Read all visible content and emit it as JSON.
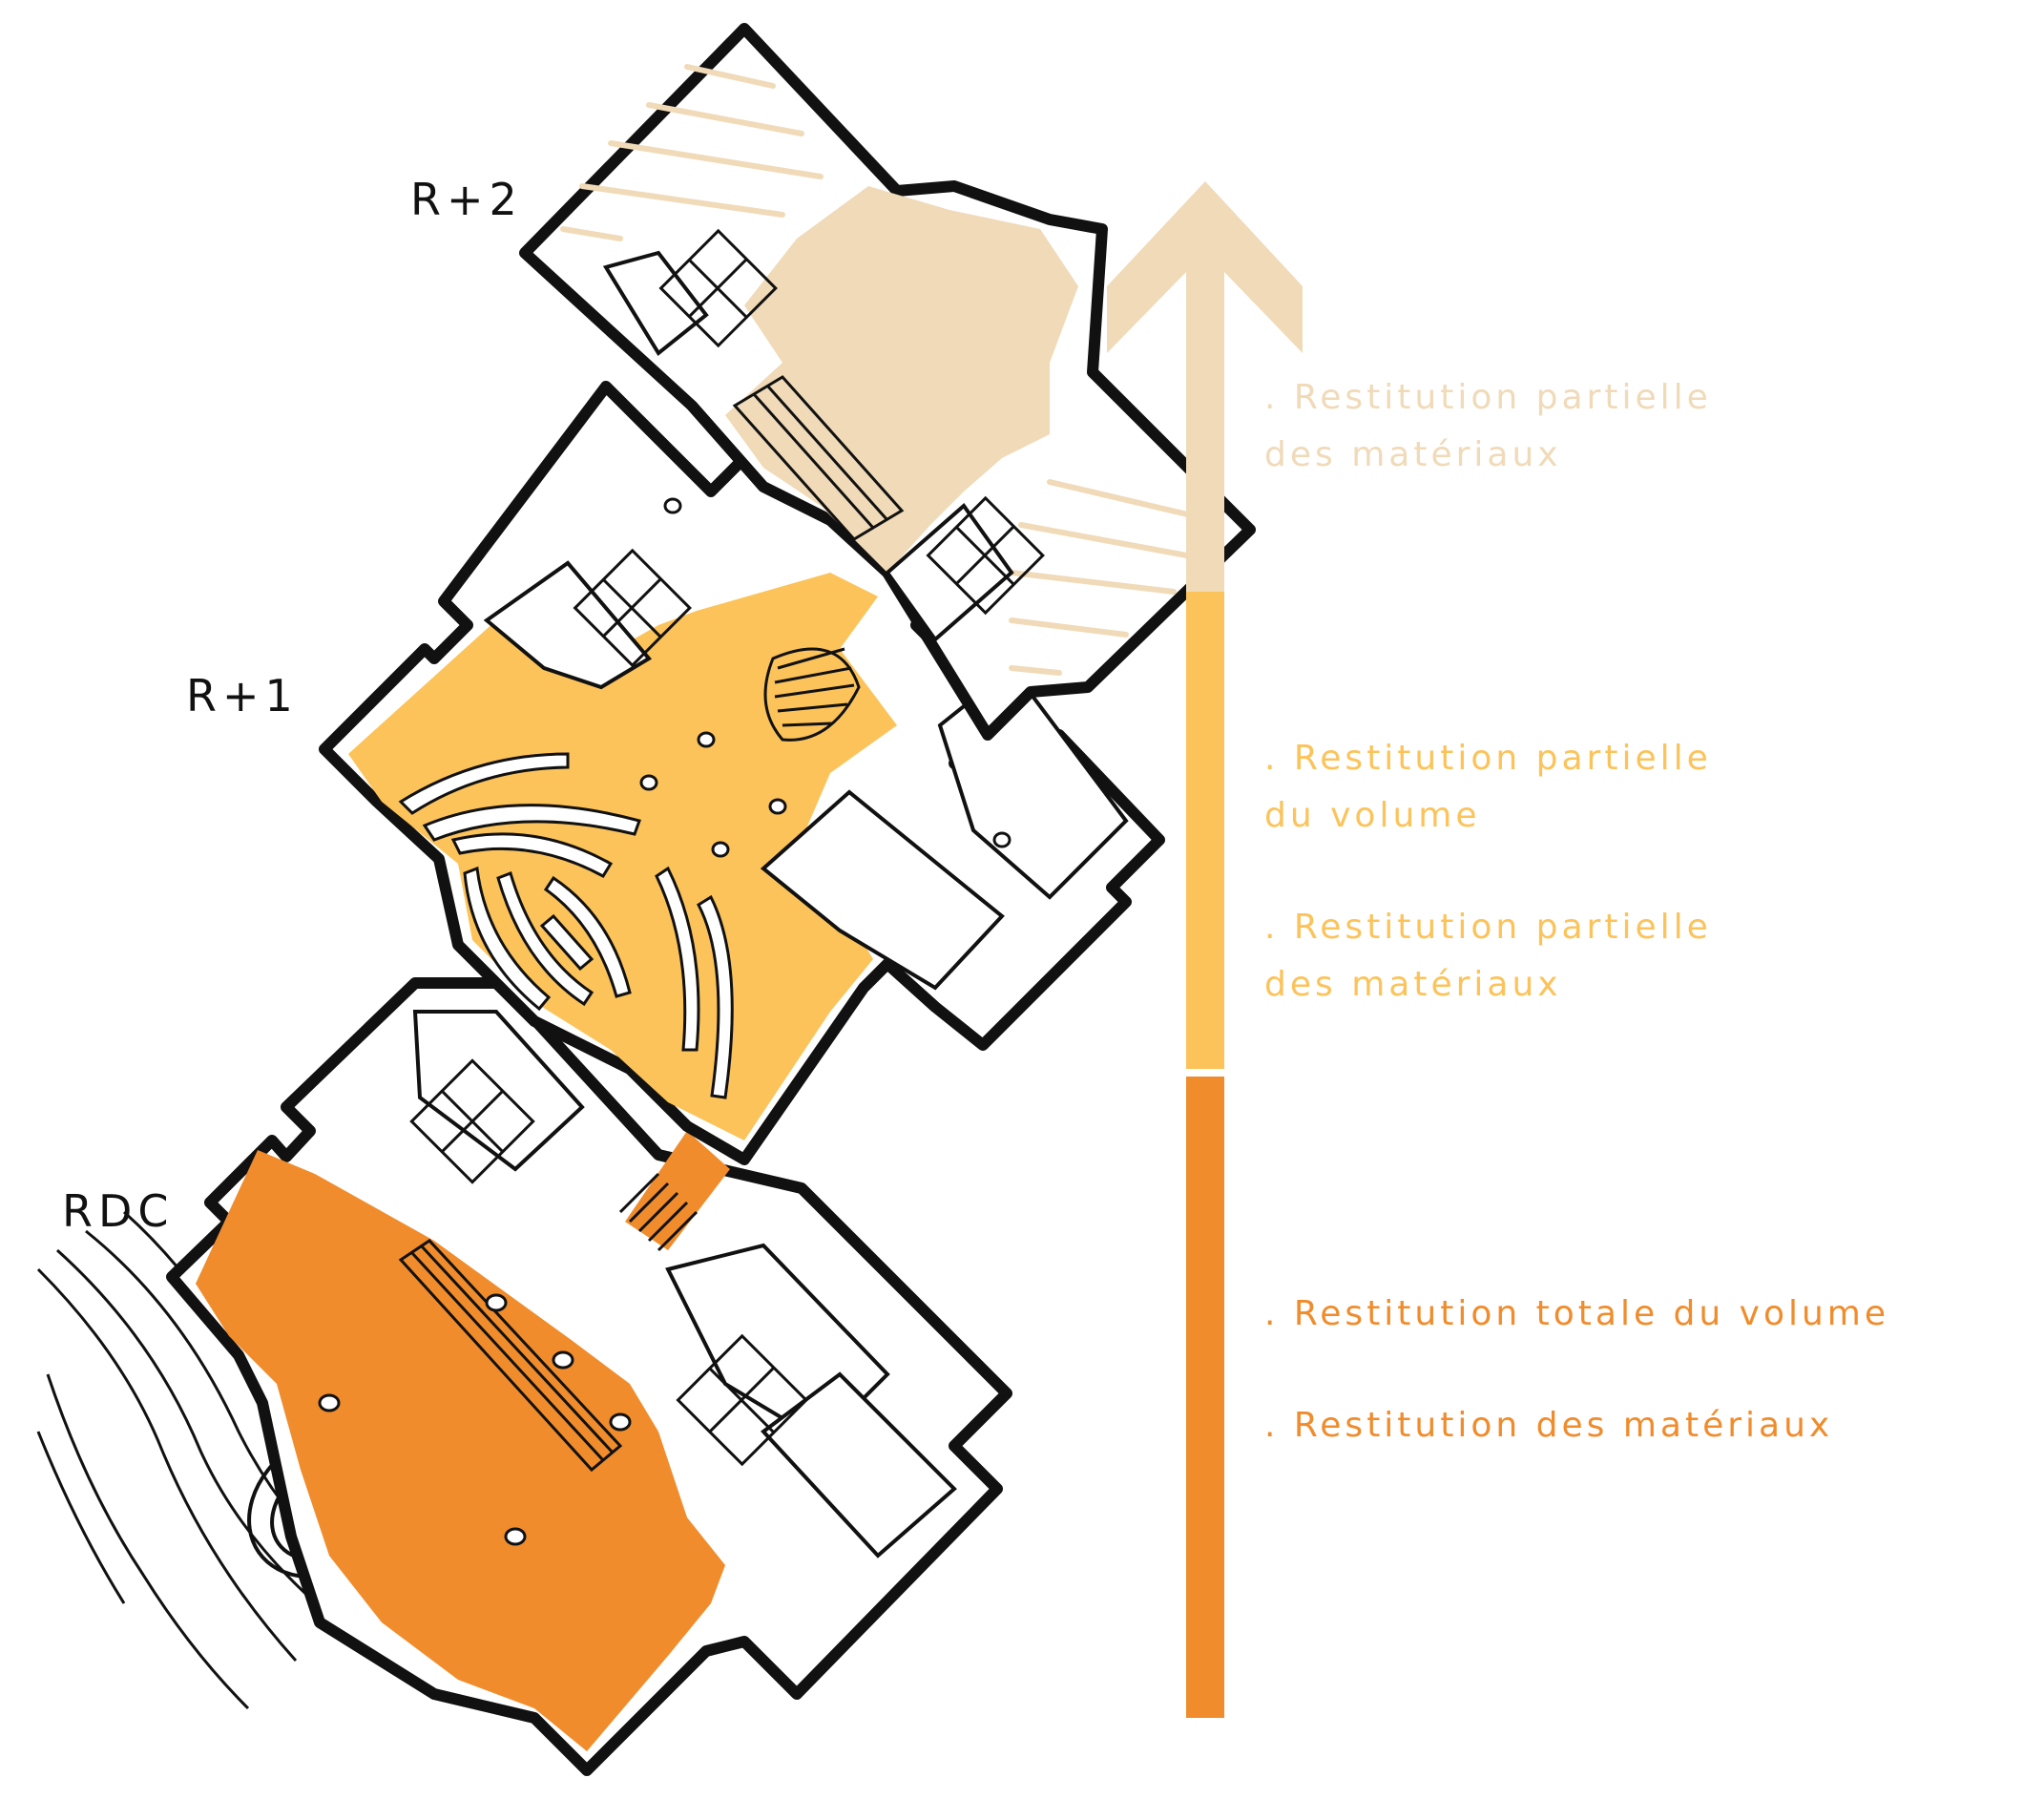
{
  "levels": {
    "r2": {
      "label": "R+2",
      "color": "#f0dab8"
    },
    "r1": {
      "label": "R+1",
      "color": "#fcc35a"
    },
    "rdc": {
      "label": "RDC",
      "color": "#f08c2c"
    }
  },
  "legend": {
    "r2": {
      "line1": ". Restitution partielle",
      "line2": "des matériaux"
    },
    "r1_volume": {
      "line1": ". Restitution partielle",
      "line2": "du volume"
    },
    "r1_materials": {
      "line1": ". Restitution partielle",
      "line2": "des matériaux"
    },
    "rdc_volume": ". Restitution totale du volume",
    "rdc_materials": ". Restitution des matériaux"
  },
  "arrow": {
    "colors": [
      "#f0dab8",
      "#fcc35a",
      "#f08c2c"
    ]
  }
}
